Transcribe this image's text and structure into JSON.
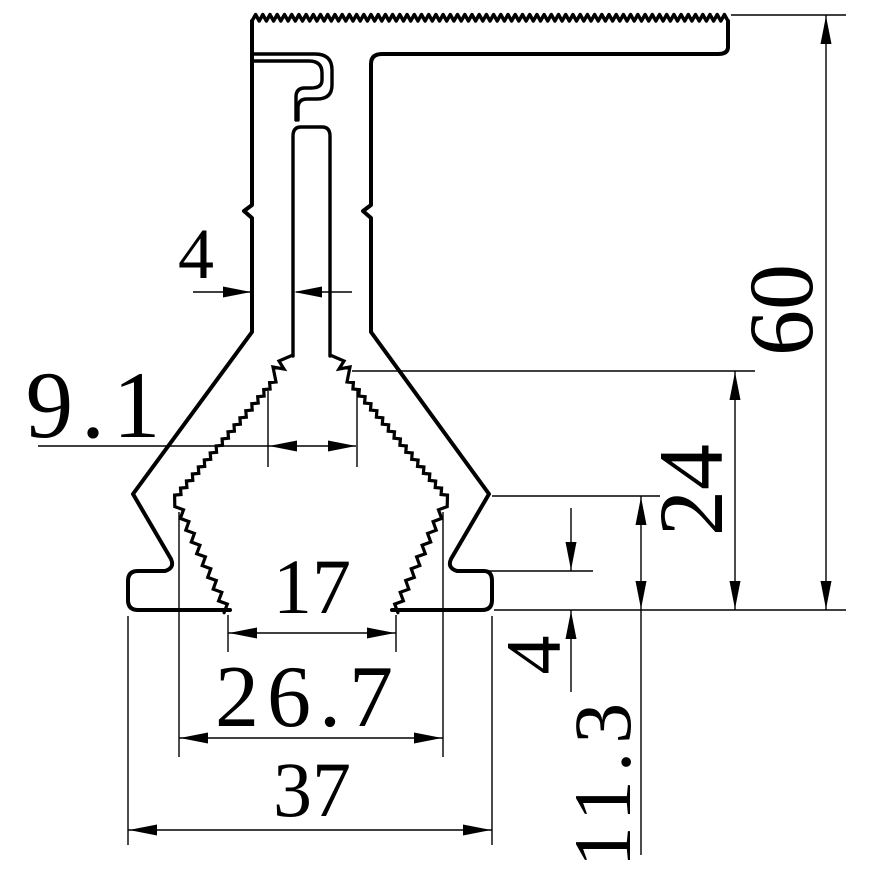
{
  "drawing": {
    "background_color": "#ffffff",
    "line_color": "#000000",
    "dims": {
      "stem_wall_thickness": "4",
      "top_slot_width": "9.1",
      "overall_height": "60",
      "cavity_height": "24",
      "bottom_opening_width": "17",
      "cavity_max_width": "26.7",
      "overall_width": "37",
      "flange_height": "4",
      "lower_section_height": "11.3"
    }
  }
}
